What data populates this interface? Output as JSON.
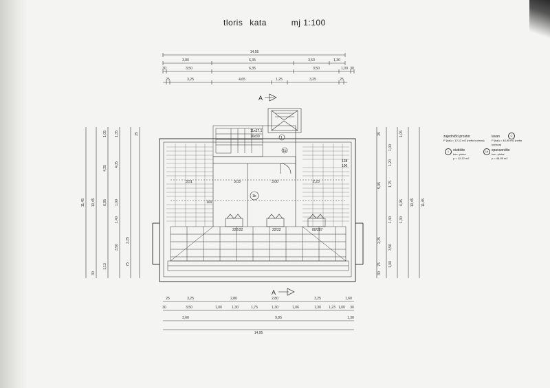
{
  "title": {
    "word1": "tloris",
    "word2": "kata",
    "scale": "mj 1:100"
  },
  "section_marker": {
    "label": "A"
  },
  "dims_top": {
    "row1": [
      "14,95"
    ],
    "row2": [
      "3,80",
      "6,35",
      "3,50",
      "1,30"
    ],
    "row3": [
      "30",
      "3,50",
      "6,35",
      "3,50",
      "1,00",
      "30"
    ],
    "row4": [
      "25",
      "3,25",
      "4,65",
      "1,25",
      "3,25",
      "25"
    ]
  },
  "dims_bottom": {
    "row1": [
      "25",
      "3,25",
      "2,80",
      "2,80",
      "3,25",
      "1,60"
    ],
    "row2": [
      "30",
      "3,50",
      "1,00",
      "1,30",
      "1,75",
      "1,30",
      "1,06",
      "1,30",
      "1,23",
      "1,00",
      "30"
    ],
    "row3": [
      "3,60",
      "9,85",
      "1,30"
    ],
    "row4": [
      "14,95"
    ]
  },
  "dims_left": [
    "11,45",
    "10,45",
    "6,95",
    "4,05",
    "4,25",
    "1,00",
    "1,40",
    "3,50",
    "2,25",
    "1,13",
    "1,05",
    "1,35",
    "25",
    "75",
    "30"
  ],
  "dims_right": [
    "11,45",
    "10,45",
    "6,95",
    "5,05",
    "1,75",
    "1,20",
    "1,00",
    "1,40",
    "1,30",
    "3,50",
    "2,25",
    "1,00",
    "1,05",
    "25",
    "75",
    "30"
  ],
  "room_labels": {
    "stair": "11x17,1",
    "stair2": "16x30",
    "hall_num": "1",
    "loft_num": "1b",
    "dim_a": "3,03",
    "dim_b": "3,00",
    "dim_c": "2,23",
    "dim_d": "128",
    "dim_e": "100",
    "dim_f": "100",
    "door1": "222/22",
    "door2": "22/22",
    "door3": "80/287",
    "dim_g": "3,51"
  },
  "legend": {
    "total_label": "zajednički prostor",
    "total_value": "P (kat) = 12,12 m2  (netto korisna)",
    "balcony_label": "lavan",
    "balcony_value": "P (kat) = 48,95 m2  (netto korisna)",
    "item1_num": "1",
    "item1_label": "stubište",
    "item1_sub": "kon. ploha",
    "item1_value": "p = 12,12 m2",
    "item2_num": "1b",
    "item2_label": "spavaonište",
    "item2_sub": "kon. ploha",
    "item2_value": "p = 48,95 m2",
    "balcony_num": "C"
  }
}
